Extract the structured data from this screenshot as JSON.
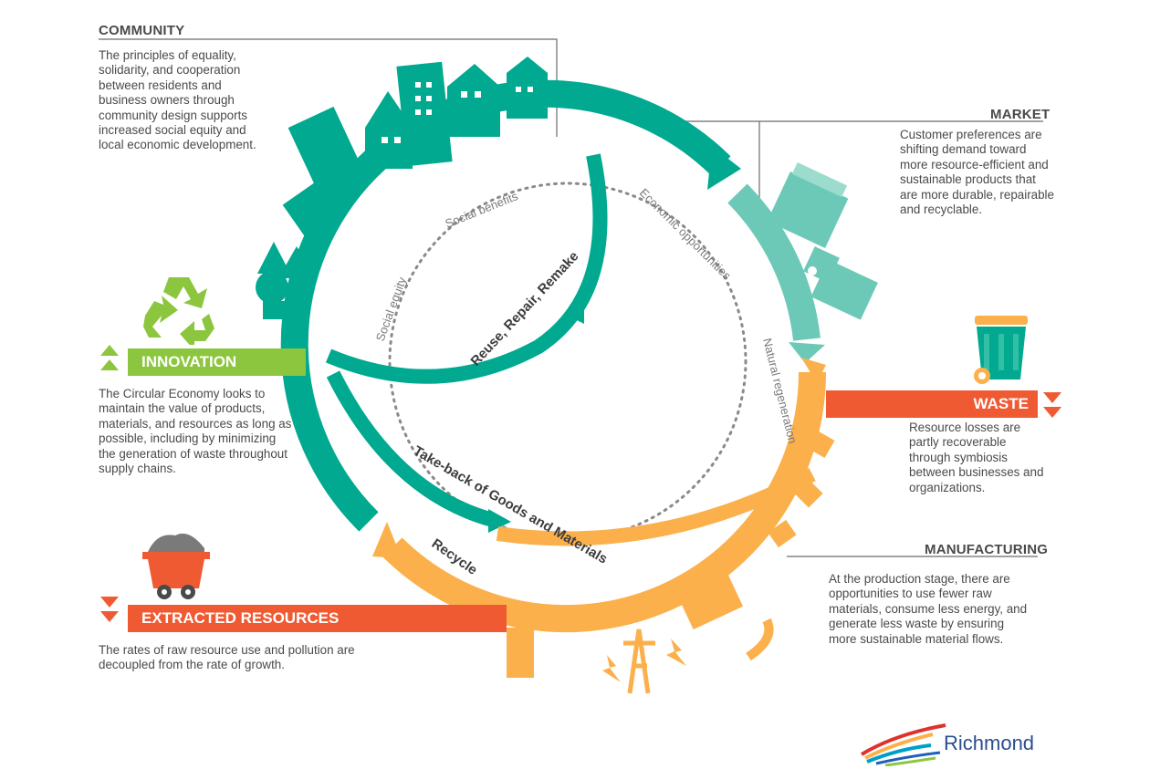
{
  "community": {
    "heading": "COMMUNITY",
    "text": "The principles of equality, solidarity, and cooperation between residents and business owners through community design supports increased social equity and local economic development."
  },
  "market": {
    "heading": "MARKET",
    "text": "Customer preferences are shifting demand toward more resource-efficient and sustainable products that are more durable, repairable and recyclable."
  },
  "innovation": {
    "heading": "INNOVATION",
    "text": "The Circular Economy looks to maintain the value of products, materials, and resources as long as possible, including by minimizing the generation of waste throughout supply chains."
  },
  "waste": {
    "heading": "WASTE",
    "text": "Resource losses are partly recoverable through symbiosis between businesses and organizations."
  },
  "manufacturing": {
    "heading": "MANUFACTURING",
    "text": "At the production stage, there are opportunities to use fewer raw materials, consume less energy, and generate less waste by ensuring more sustainable material flows."
  },
  "extracted": {
    "heading": "EXTRACTED RESOURCES",
    "text": "The rates of raw resource use and pollution  are decoupled from the rate of growth."
  },
  "diagram": {
    "inner_labels": [
      "Social benefits",
      "Economic opportunities",
      "Social equity",
      "Natural regeneration"
    ],
    "loop_reuse": "Reuse, Repair, Remake",
    "loop_takeback": "Take-back of Goods and Materials",
    "loop_recycle": "Recycle"
  },
  "brand": {
    "name": "Richmond"
  },
  "colors": {
    "teal": "#00a98f",
    "light_teal": "#6dc9b7",
    "orange": "#fbb04b",
    "red": "#f05a32",
    "green": "#8cc63f",
    "gray_line": "#6b6b6b"
  },
  "icons": [
    "recycle-icon",
    "waste-bin-icon",
    "mine-cart-icon",
    "city-skyline-icon",
    "store-icon",
    "truck-icon",
    "factory-icon",
    "power-tower-icon",
    "trees-icon"
  ]
}
